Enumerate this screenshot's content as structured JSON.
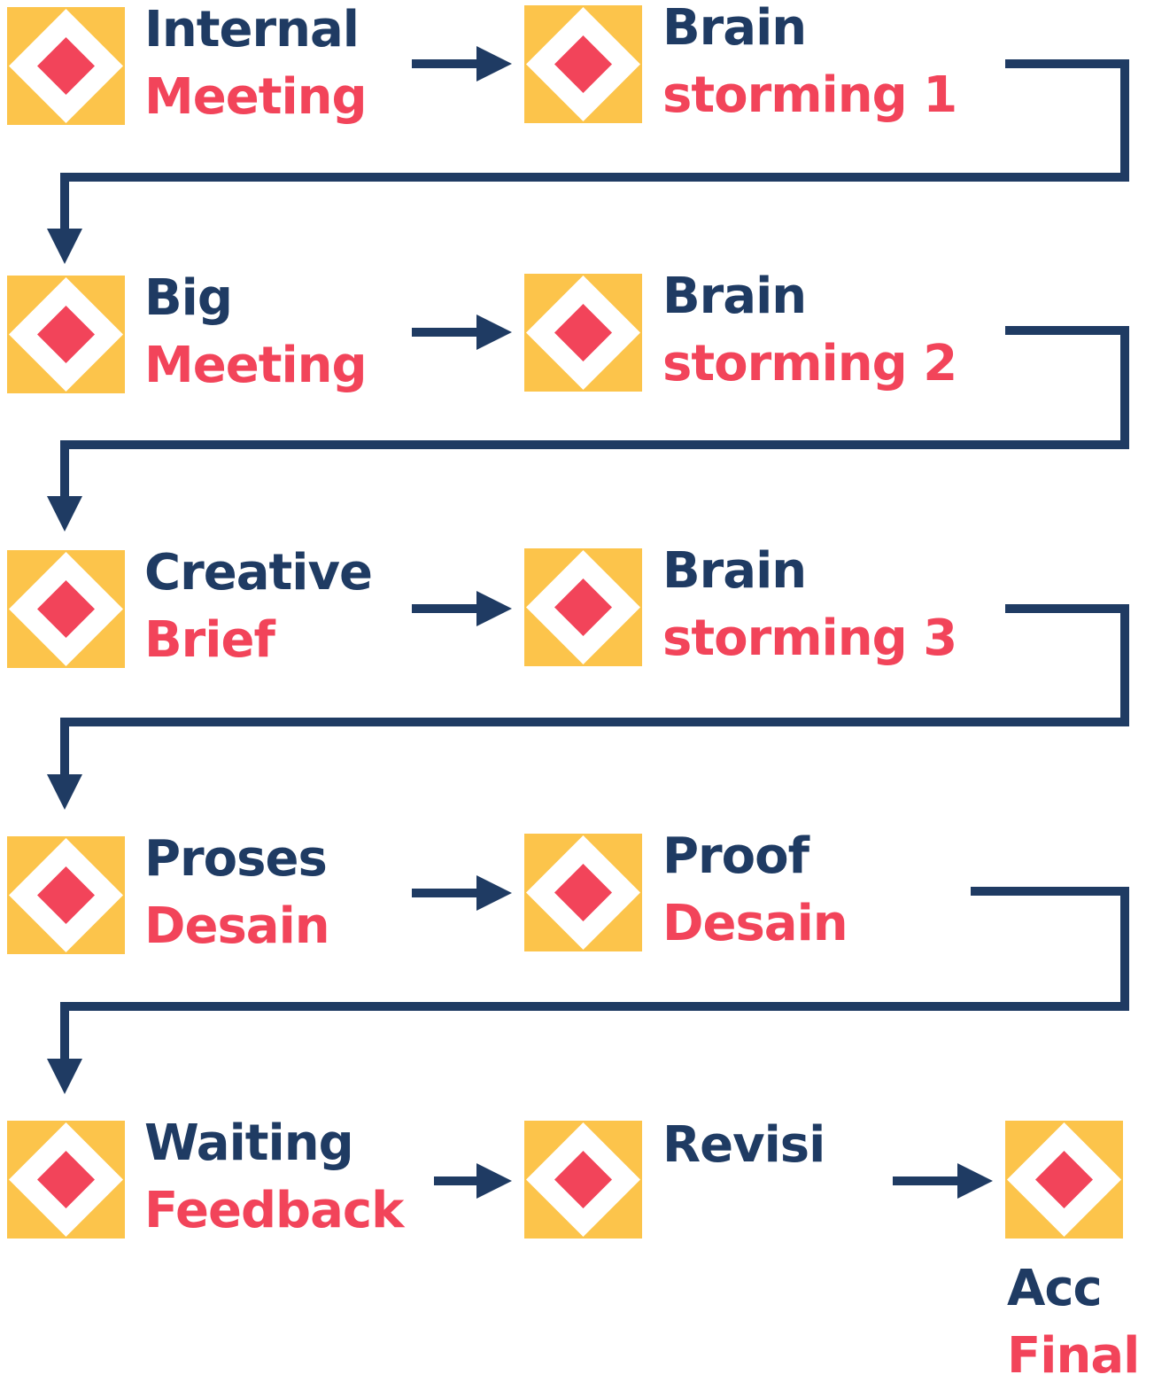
{
  "colors": {
    "dark": "#1f3b63",
    "accent": "#f2445a",
    "tile": "#fcc44b",
    "diamond_ring": "#ffffff",
    "diamond_core": "#f2445a",
    "connector": "#1f3b63"
  },
  "steps": [
    {
      "line1": "Internal",
      "line2": "Meeting",
      "icon": "diamond-tile-icon"
    },
    {
      "line1": "Brain",
      "line2": "storming 1",
      "icon": "diamond-tile-icon"
    },
    {
      "line1": "Big",
      "line2": "Meeting",
      "icon": "diamond-tile-icon"
    },
    {
      "line1": "Brain",
      "line2": "storming 2",
      "icon": "diamond-tile-icon"
    },
    {
      "line1": "Creative",
      "line2": "Brief",
      "icon": "diamond-tile-icon"
    },
    {
      "line1": "Brain",
      "line2": "storming 3",
      "icon": "diamond-tile-icon"
    },
    {
      "line1": "Proses",
      "line2": "Desain",
      "icon": "diamond-tile-icon"
    },
    {
      "line1": "Proof",
      "line2": "Desain",
      "icon": "diamond-tile-icon"
    },
    {
      "line1": "Waiting",
      "line2": "Feedback",
      "icon": "diamond-tile-icon"
    },
    {
      "line1": "Revisi",
      "line2": "",
      "icon": "diamond-tile-icon"
    },
    {
      "line1": "Acc",
      "line2": "Final",
      "icon": "diamond-tile-icon"
    }
  ]
}
